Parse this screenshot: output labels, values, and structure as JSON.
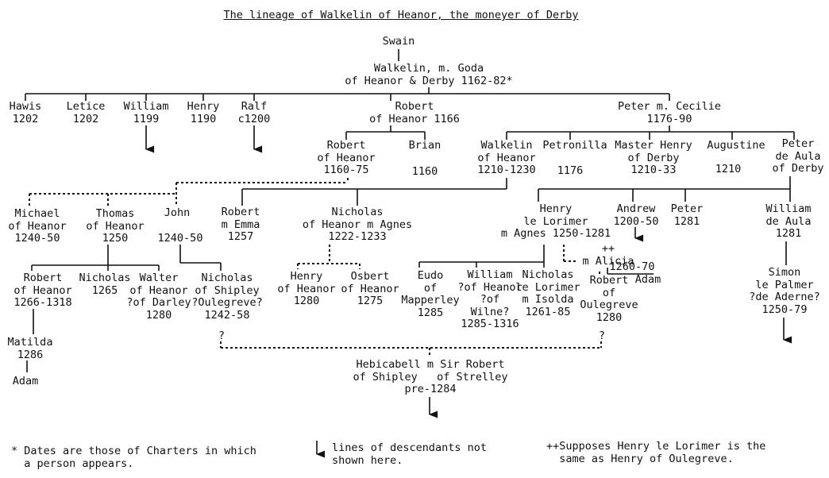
{
  "title": "The lineage of Walkelin of Heanor, the moneyer of Derby",
  "people": {
    "swain": "Swain",
    "walkelin_goda": "Walkelin, m. Goda\nof Heanor & Derby 1162-82*",
    "hawis": "Hawis\n1202",
    "letice": "Letice\n1202",
    "william": "William\n1199",
    "henry": "Henry\n1190",
    "ralf": "Ralf\nc1200",
    "robert_heanor_1166": "Robert\nof Heanor 1166",
    "peter_cecilie": "Peter m. Cecilie\n1176-90",
    "robert_heanor_1160": "Robert\nof Heanor\n1160-75",
    "brian": "Brian",
    "brian_date": "1160",
    "walkelin_1210": "Walkelin\nof Heanor\n1210-1230",
    "petronilla": "Petronilla",
    "petronilla_date": "1176",
    "master_henry": "Master Henry\nof Derby\n1210-33",
    "augustine": "Augustine",
    "augustine_date": "1210",
    "peter_aula": "Peter\nde Aula\nof Derby",
    "michael": "Michael\nof Heanor\n1240-50",
    "thomas": "Thomas\nof Heanor\n1250",
    "john": "John",
    "john_date": "1240-50",
    "robert_emma": "Robert\nm Emma\n1257",
    "nicholas_agnes": "Nicholas\nof Heanor m Agnes\n1222-1233",
    "henry_lorimer": "Henry\nle Lorimer\nm Agnes 1250-1281",
    "andrew": "Andrew\n1200-50",
    "peter_1281": "Peter\n1281",
    "william_aula": "William\nde Aula\n1281",
    "alicia": "++\nm Alicia",
    "alicia_date": "1260-70",
    "adam_alicia": "Adam",
    "robert_1266": "Robert\nof Heanor\n1266-1318",
    "nicholas_1265": "Nicholas\n1265",
    "walter": "Walter\nof Heanor\n?of Darley\n1280",
    "nicholas_shipley": "Nicholas\nof Shipley\n?Oulegreve?\n1242-58",
    "henry_1280": "Henry\nof Heanor\n1280",
    "osbert": "Osbert\nof Heanor\n1275",
    "eudo": "Eudo\nof\nMapperley\n1285",
    "william_wilne": "William\n?of Heanor\n?of\nWilne?\n1285-1316",
    "nicholas_isolda": "Nicholas\nle Lorimer\nm Isolda\n1261-85",
    "robert_oulegreve": "Robert\nof\nOulegreve\n1280",
    "simon": "Simon\nle Palmer\n?de Aderne?\n1250-79",
    "matilda": "Matilda\n1286",
    "adam": "Adam",
    "q1": "?",
    "q2": "?",
    "hebicabell": "Hebicabell m Sir Robert\nof Shipley   of Strelley\npre-1284"
  },
  "footnotes": {
    "dates": "* Dates are those of Charters in which\n  a person appears.",
    "arrow_note": "lines of descendants not\nshown here.",
    "supposes": "++Supposes Henry le Lorimer is the\n  same as Henry of Oulegreve."
  }
}
